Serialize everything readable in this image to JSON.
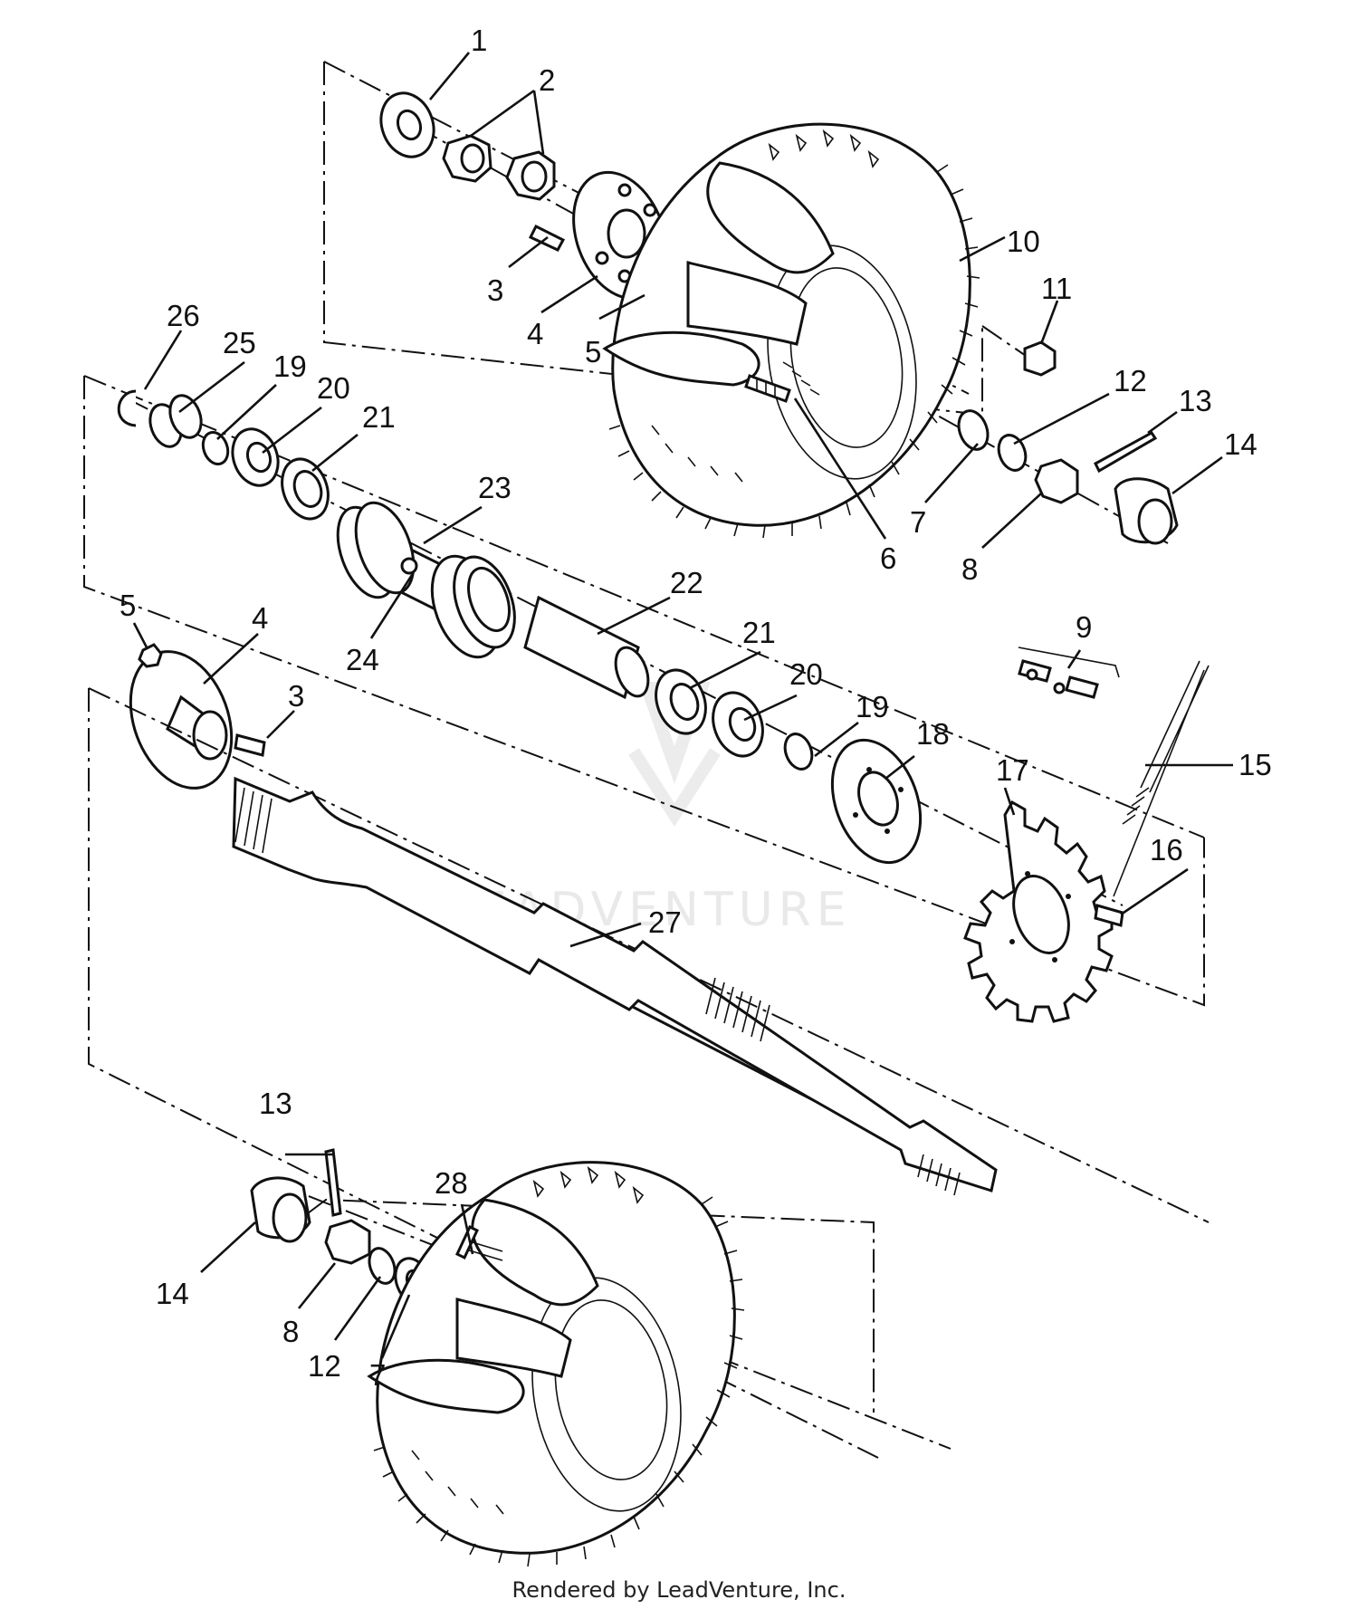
{
  "watermark": "LEADVENTURE",
  "footer": "Rendered by LeadVenture, Inc.",
  "callouts": [
    "1",
    "2",
    "3",
    "4",
    "5",
    "10",
    "11",
    "26",
    "25",
    "19",
    "20",
    "21",
    "12",
    "13",
    "23",
    "14",
    "7",
    "6",
    "8",
    "22",
    "5",
    "4",
    "21",
    "20",
    "3",
    "24",
    "9",
    "19",
    "18",
    "17",
    "15",
    "16",
    "27",
    "13",
    "28",
    "14",
    "8",
    "12",
    "7"
  ]
}
